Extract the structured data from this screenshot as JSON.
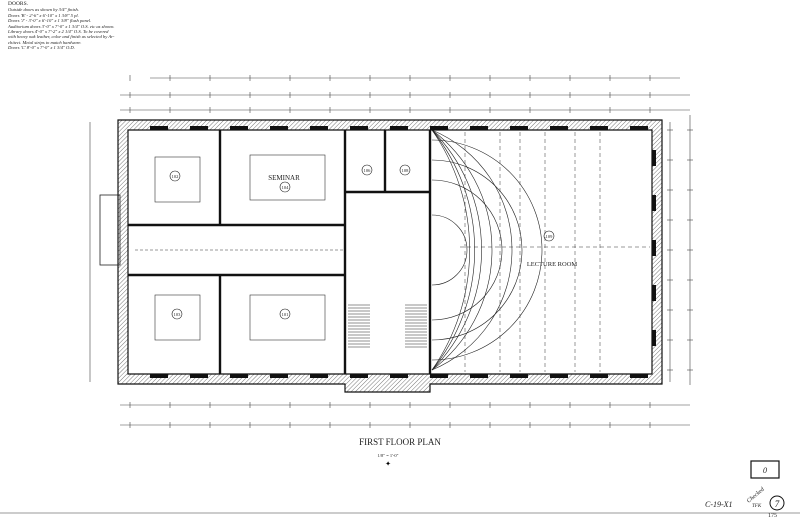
{
  "notes": {
    "heading": "DOORS.",
    "lines": [
      "Outside doors as shown by 3/4\" finish.",
      "Doors 'B' - 2'-6\" x 6'-10\" x 1 3/8\" 5 pl.",
      "Doors 'J' - 3'-0\" x 6'-10\" x 1 3/8\" flush panel.",
      "Auditorium doors 3'-0\" x 7'-0\" x 1 3/4\" O.S. etc as shown.",
      "Library doors 4'-0\" x 7'-2\" x 2 1/4\" O.S. To be covered",
      "with heavy oak leather, color and finish as selected by Ar-",
      "chitect. Metal strips to match hardware.",
      "Doors 'C' 8'-0\" x 7'-0\" x 1 3/4\" O.D."
    ]
  },
  "rooms": [
    {
      "number": "102"
    },
    {
      "number": "104",
      "name": "SEMINAR"
    },
    {
      "number": "106"
    },
    {
      "number": "108"
    },
    {
      "number": "103"
    },
    {
      "number": "101"
    },
    {
      "number": "109",
      "name": "LECTURE ROOM"
    }
  ],
  "title": "FIRST FLOOR PLAN",
  "scale": "1/8\" = 1'-0\"",
  "sheet": {
    "code": "C-19-X1",
    "stamp_number": "0",
    "checked": "Checked",
    "initials": "TFK",
    "circle_number": "7",
    "page": "175"
  }
}
